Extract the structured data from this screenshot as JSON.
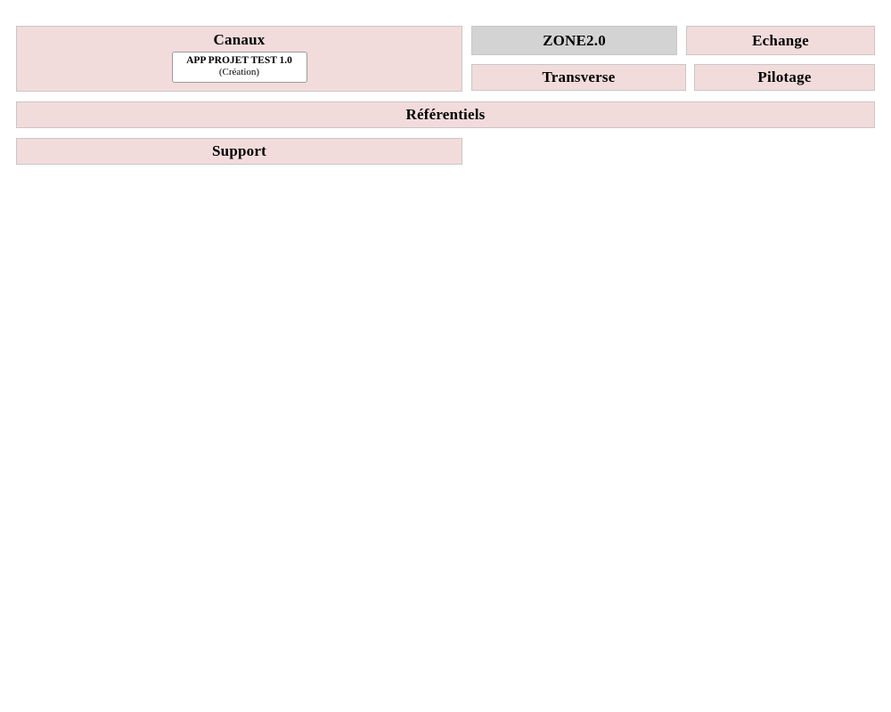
{
  "diagram": {
    "colors": {
      "zone_fill_pink": "#f2dcdb",
      "zone_fill_gray": "#d3d3d3",
      "zone_border": "#c9c6c6",
      "card_fill": "#ffffff",
      "card_border": "#9b9b9b",
      "text": "#000000",
      "background": "#ffffff"
    },
    "zones": [
      {
        "id": "canaux",
        "title": "Canaux",
        "fill": "pink",
        "applications": [
          {
            "name": "APP PROJET TEST 1.0",
            "state": "(Création)"
          }
        ]
      },
      {
        "id": "zone20",
        "title": "ZONE2.0",
        "fill": "gray",
        "applications": []
      },
      {
        "id": "echange",
        "title": "Echange",
        "fill": "pink",
        "applications": []
      },
      {
        "id": "transverse",
        "title": "Transverse",
        "fill": "pink",
        "applications": []
      },
      {
        "id": "pilotage",
        "title": "Pilotage",
        "fill": "pink",
        "applications": []
      },
      {
        "id": "referentiels",
        "title": "Référentiels",
        "fill": "pink",
        "applications": []
      },
      {
        "id": "support",
        "title": "Support",
        "fill": "pink",
        "applications": []
      }
    ]
  }
}
